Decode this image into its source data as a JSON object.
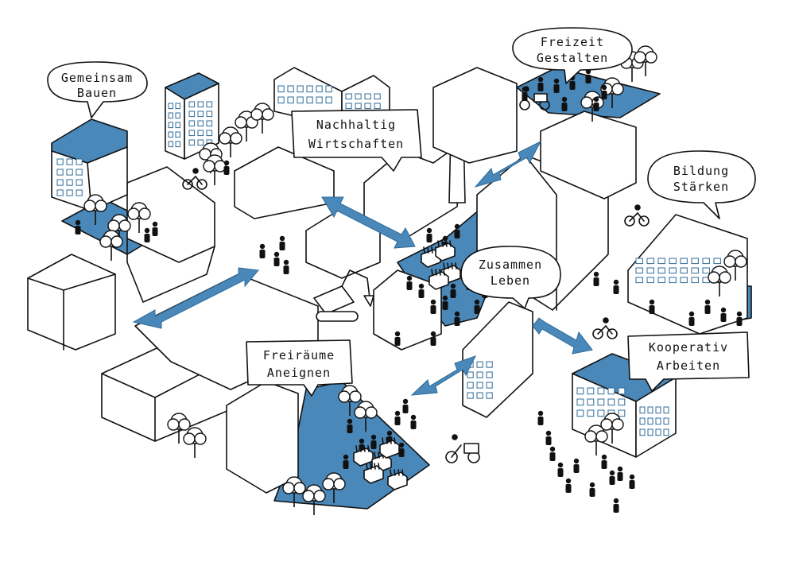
{
  "labels": {
    "gemeinsam": [
      "Gemeinsam",
      "Bauen"
    ],
    "freizeit": [
      "Freizeit",
      "Gestalten"
    ],
    "nachhaltig": [
      "Nachhaltig",
      "Wirtschaften"
    ],
    "bildung": [
      "Bildung",
      "Stärken"
    ],
    "zusammen": [
      "Zusammen",
      "Leben"
    ],
    "kooperativ": [
      "Kooperativ",
      "Arbeiten"
    ],
    "freiraeume": [
      "Freiräume",
      "Aneignen"
    ]
  },
  "colors": {
    "accent": "#4a88b9",
    "ink": "#111111",
    "background": "#ffffff"
  }
}
